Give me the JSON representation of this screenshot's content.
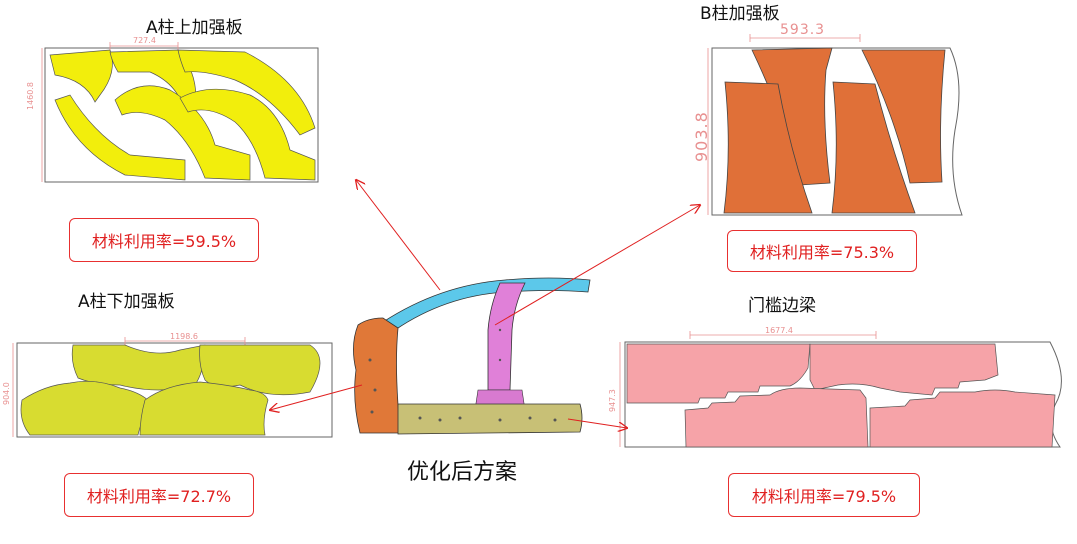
{
  "caption": "优化后方案",
  "panels": {
    "a_upper": {
      "title": "A柱上加强板",
      "utilization": "材料利用率=59.5%",
      "dim_w": "727.4",
      "dim_h": "1460.8",
      "color": "#f2ee0c"
    },
    "b_pillar": {
      "title": "B柱加强板",
      "utilization": "材料利用率=75.3%",
      "dim_w": "593.3",
      "dim_h": "903.8",
      "color": "#e07038"
    },
    "a_lower": {
      "title": "A柱下加强板",
      "utilization": "材料利用率=72.7%",
      "dim_w": "1198.6",
      "dim_h": "904.0",
      "color": "#d8dc30"
    },
    "sill": {
      "title": "门槛边梁",
      "utilization": "材料利用率=79.5%",
      "dim_w": "1677.4",
      "dim_h": "947.3",
      "color": "#f6a3a8"
    }
  },
  "colors": {
    "arrow": "#e02020",
    "border": "#e83030",
    "text": "#e02020"
  }
}
